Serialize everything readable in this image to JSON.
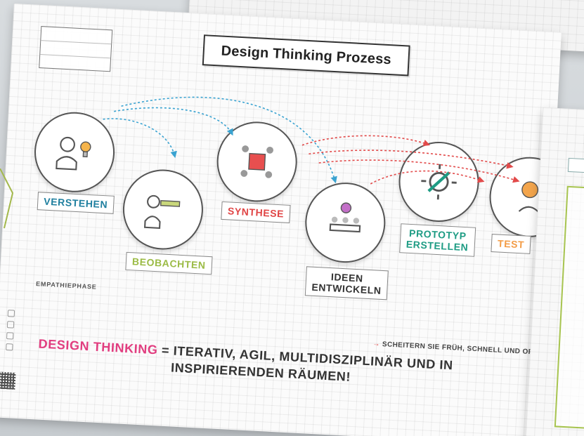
{
  "poster": {
    "title": "Design Thinking Prozess",
    "labels": {
      "verstehen": "VERSTEHEN",
      "beobachten": "BEOBACHTEN",
      "synthese": "SYNTHESE",
      "ideen": "IDEEN\nENTWICKELN",
      "prototyp": "PROTOTYP\nERSTELLEN",
      "test": "TEST"
    },
    "empathy": "EMPATHIEPHASE",
    "tagline": "SCHEITERN SIE FRÜH, SCHNELL UND OFT",
    "main_line_prefix": "DESIGN THINKING",
    "main_line_rest": " = ITERATIV, AGIL, MULTIDISZIPLINÄR UND IN",
    "main_line_second": "INSPIRIERENDEN RÄUMEN!"
  }
}
